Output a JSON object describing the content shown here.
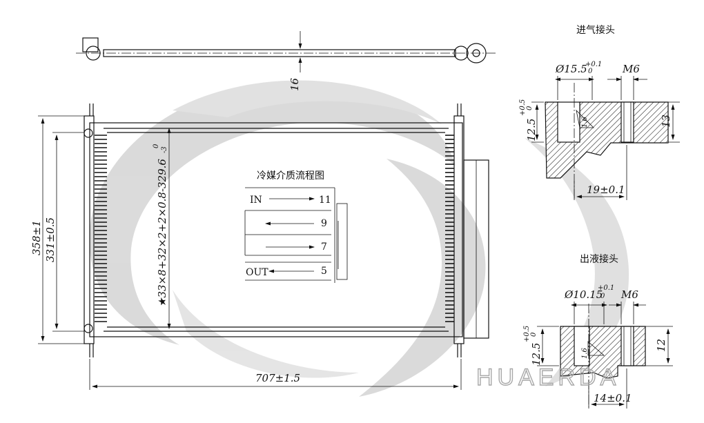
{
  "top_view": {
    "thickness_dim": "16"
  },
  "main_view": {
    "height_outer_dim": "358±1",
    "height_inner_dim": "331±0.5",
    "width_dim": "707±1.5",
    "tube_spec_text": "★33×8+32×2+2×0.8-329.6",
    "tube_spec_tol_upper": "0",
    "tube_spec_tol_lower": "-3"
  },
  "flow_diagram": {
    "title": "冷媒介质流程图",
    "in_label": "IN",
    "out_label": "OUT",
    "pass_counts": [
      "11",
      "9",
      "7",
      "5"
    ]
  },
  "inlet_fitting": {
    "title": "进气接头",
    "bore_dim": "Ø15.5",
    "bore_tol_upper": "+0.1",
    "bore_tol_lower": "0",
    "thread_label": "M6",
    "left_dim": "12.5",
    "left_tol_upper": "+0.5",
    "left_tol_lower": "0",
    "right_dim": "13",
    "bottom_dim": "19±0.1",
    "finish_mark": "1.6"
  },
  "outlet_fitting": {
    "title": "出液接头",
    "bore_dim": "Ø10.15",
    "bore_tol_upper": "+0.1",
    "bore_tol_lower": "0",
    "thread_label": "M6",
    "left_dim": "12.5",
    "left_tol_upper": "+0.5",
    "left_tol_lower": "0",
    "right_dim": "12",
    "bottom_dim": "14±0.1",
    "finish_mark": "1.6"
  },
  "watermark": {
    "brand_text": "HUAERDA",
    "color": "#c8c8c8"
  }
}
